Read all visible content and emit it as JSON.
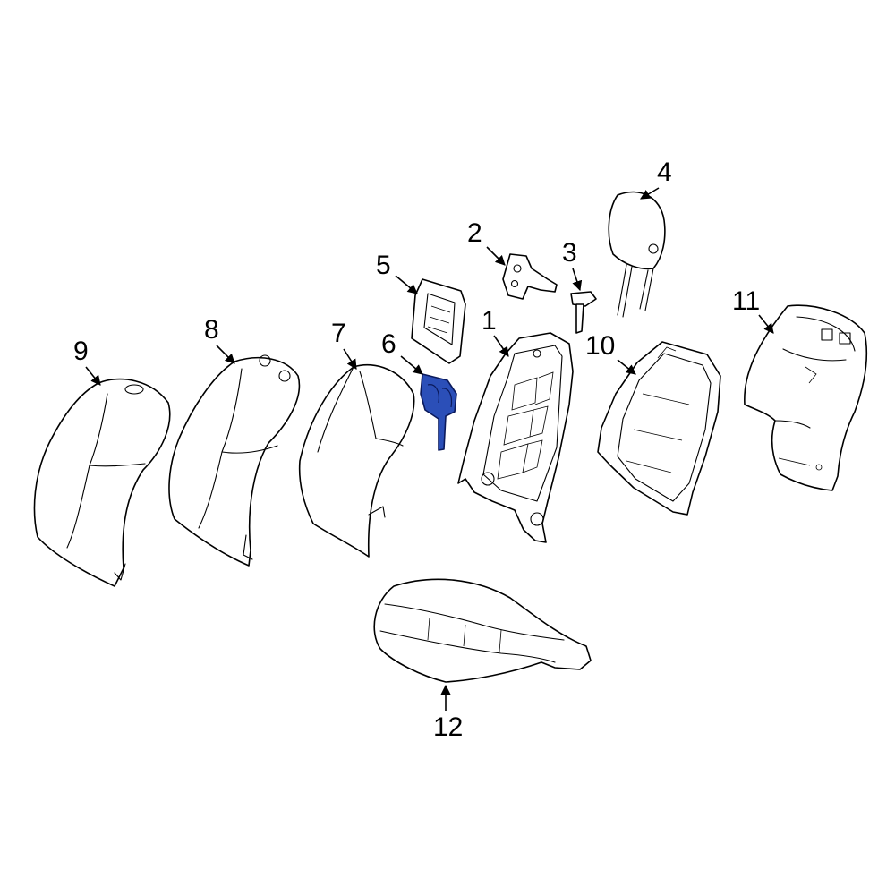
{
  "colors": {
    "line": "#000000",
    "background": "#ffffff",
    "highlight_fill": "#2b4fb8",
    "highlight_stroke": "#0b1a5c"
  },
  "callouts": [
    "1",
    "2",
    "3",
    "4",
    "5",
    "6",
    "7",
    "8",
    "9",
    "10",
    "11",
    "12"
  ],
  "highlighted_part": "6"
}
